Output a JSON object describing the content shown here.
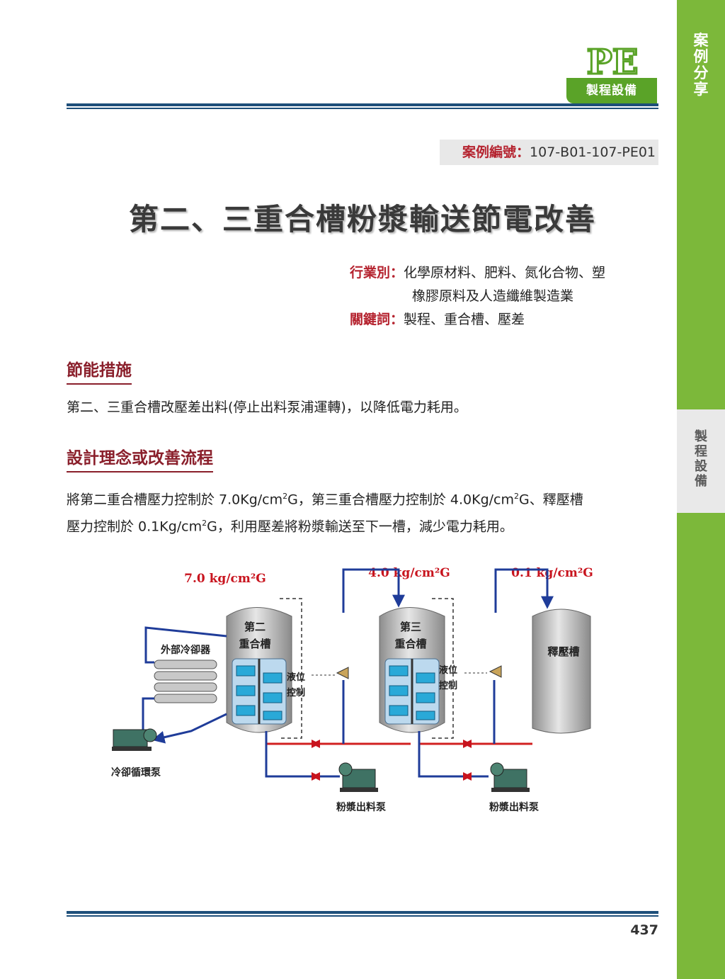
{
  "side": {
    "top_label": [
      "案",
      "例",
      "分",
      "享"
    ],
    "mid_label": [
      "製",
      "程",
      "設",
      "備"
    ]
  },
  "header": {
    "logo_text": "PE",
    "badge": "製程設備"
  },
  "case": {
    "label": "案例編號：",
    "value": "107-B01-107-PE01"
  },
  "title": "第二、三重合槽粉漿輸送節電改善",
  "meta": {
    "industry_label": "行業別：",
    "industry_line1": "化學原材料、肥料、氮化合物、塑",
    "industry_line2": "橡膠原料及人造纖維製造業",
    "keyword_label": "關鍵詞：",
    "keywords": "製程、重合槽、壓差"
  },
  "section1": {
    "heading": "節能措施",
    "text": "第二、三重合槽改壓差出料(停止出料泵浦運轉)，以降低電力耗用。"
  },
  "section2": {
    "heading": "設計理念或改善流程",
    "line1_a": "將第二重合槽壓力控制於 7.0Kg/cm",
    "line1_b": "G，第三重合槽壓力控制於 4.0Kg/cm",
    "line1_c": "G、釋壓槽",
    "line2_a": "壓力控制於 0.1Kg/cm",
    "line2_b": "G，利用壓差將粉漿輸送至下一槽，減少電力耗用。",
    "sup": "2"
  },
  "diagram": {
    "p1": "7.0 kg/cm²G",
    "p2": "4.0 kg/cm²G",
    "p3": "0.1 kg/cm²G",
    "tank1": [
      "第二",
      "重合槽"
    ],
    "tank2": [
      "第三",
      "重合槽"
    ],
    "tank3": "釋壓槽",
    "cooler": "外部冷卻器",
    "level_ctrl": [
      "液位",
      "控制"
    ],
    "cool_pump": "冷卻循環泵",
    "slurry_pump": "粉漿出料泵",
    "colors": {
      "steel": "#b9b9b9",
      "agitator": "#29a9d8",
      "line_blue": "#1f3c99",
      "line_red": "#d22020",
      "label_red": "#c8141e"
    }
  },
  "page_number": "437"
}
